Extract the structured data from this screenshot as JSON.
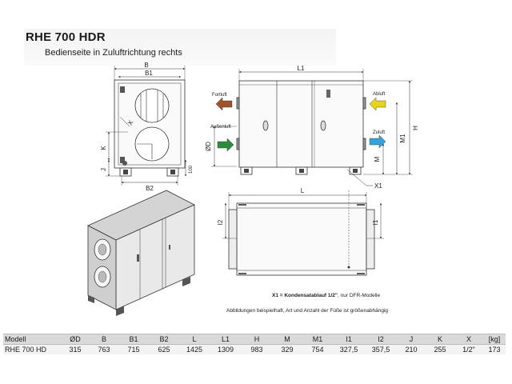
{
  "header": {
    "title": "RHE 700 HDR",
    "subtitle": "Bedienseite in Zuluftrichtung rechts"
  },
  "dimensions": {
    "B": "B",
    "B1": "B1",
    "B2": "B2",
    "X": "X",
    "K": "K",
    "J": "J",
    "h100": "100",
    "L1": "L1",
    "L": "L",
    "H": "H",
    "M1": "M1",
    "M": "M",
    "OD": "ØD",
    "X1": "X1",
    "I1": "I1",
    "I2": "I2"
  },
  "airflows": {
    "fortluft": "Fortluft",
    "aussenluft": "Außenluft",
    "abluft": "Abluft",
    "zuluft": "Zuluft"
  },
  "colors": {
    "fortluft": "#a0522d",
    "aussenluft": "#2e8b3a",
    "abluft": "#e8d21e",
    "zuluft": "#3aa0d8"
  },
  "notes": {
    "x1_label": "X1 = Kondensatablauf 1/2\"",
    "x1_suffix": ", nur DFR-Modelle",
    "footer": "Abbildungen beispielhaft, Art und Anzahl der Füße ist größenabhängig"
  },
  "table": {
    "headers": [
      "Modell",
      "ØD",
      "B",
      "B1",
      "B2",
      "L",
      "L1",
      "H",
      "M",
      "M1",
      "I1",
      "I2",
      "J",
      "K",
      "X",
      "[kg]"
    ],
    "rows": [
      [
        "RHE  700 HD",
        "315",
        "763",
        "715",
        "625",
        "1425",
        "1309",
        "983",
        "329",
        "754",
        "327,5",
        "357,5",
        "210",
        "255",
        "1/2\"",
        "173"
      ]
    ]
  }
}
